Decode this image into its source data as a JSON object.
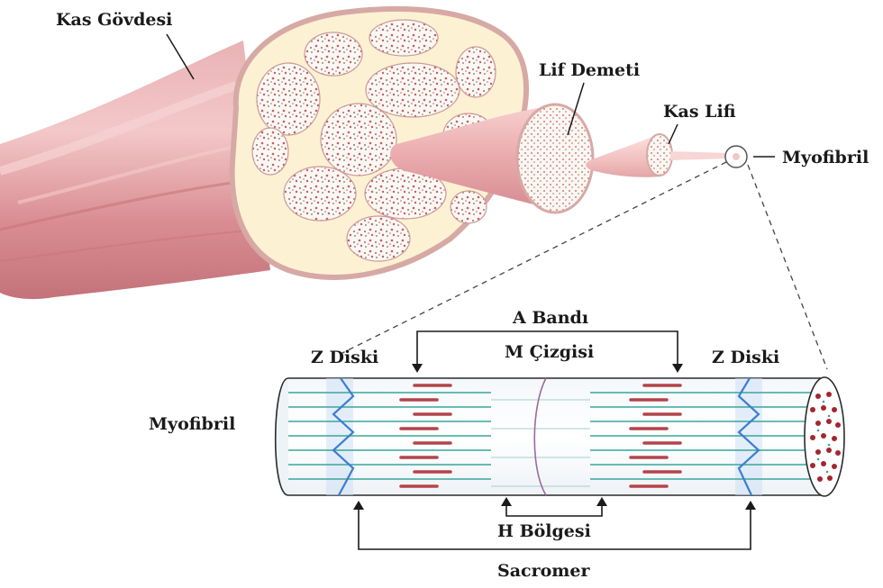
{
  "labels": {
    "kas_govdesi": "Kas Gövdesi",
    "lif_demeti": "Lif Demeti",
    "kas_lifi": "Kas Lifi",
    "myofibril_top": "Myofibril",
    "a_bandi": "A Bandı",
    "m_cizgisi": "M Çizgisi",
    "z_diski_left": "Z Diski",
    "z_diski_right": "Z Diski",
    "myofibril_left": "Myofibril",
    "h_bolgesi": "H Bölgesi",
    "sarcomer": "Sacromer"
  },
  "colors": {
    "muscle": "#e3a4a8",
    "muscle_dark": "#c9787f",
    "fascicle_fill": "#fdf3d9",
    "actin": "#3aa59b",
    "myosin": "#b3444a",
    "z_line": "#3b7fd0",
    "cylinder_edge": "#2a2a2a",
    "dot_red": "#a32630"
  }
}
